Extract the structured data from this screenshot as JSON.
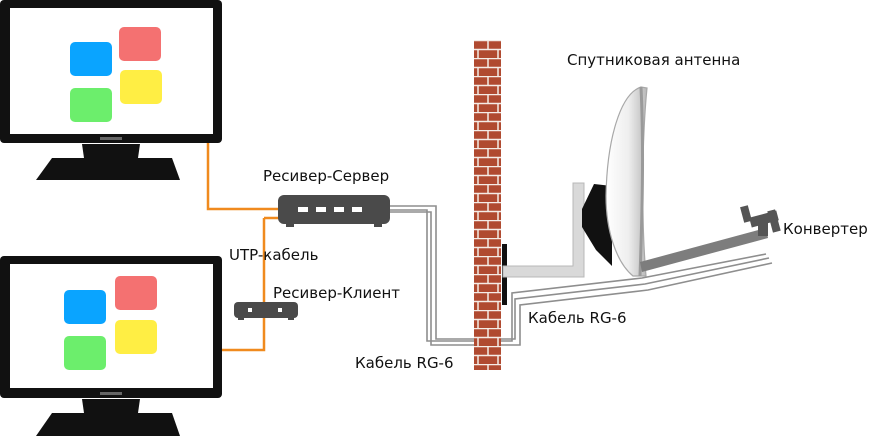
{
  "labels": {
    "satellite_dish": "Спутниковая антенна",
    "lnb": "Конвертер",
    "receiver_server": "Ресивер-Сервер",
    "utp_cable": "UTP-кабель",
    "receiver_client": "Ресивер-Клиент",
    "cable_outdoor": "Кабель RG-6",
    "cable_indoor": "Кабель RG-6"
  },
  "colors": {
    "utp": "#f08a1e",
    "coax": "#8e8e8e",
    "brick": "#b04a30",
    "mortar": "#f4ece6",
    "device": "#4a4a4a",
    "monitor_body": "#111111",
    "tile_blue": "#0aa4ff",
    "tile_red": "#f47171",
    "tile_green": "#6cee6c",
    "tile_yellow": "#ffee44"
  }
}
